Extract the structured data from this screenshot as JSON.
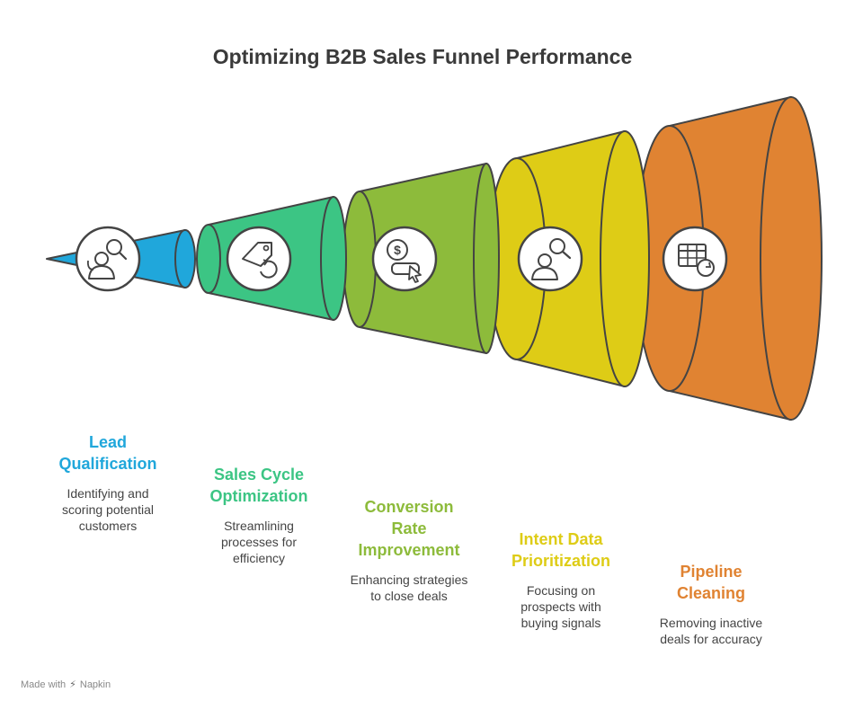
{
  "title": "Optimizing B2B Sales Funnel Performance",
  "colors": {
    "lead": "#20A7DB",
    "sales_cycle": "#3CC584",
    "conversion": "#8DBB3B",
    "intent": "#DECC16",
    "pipeline": "#E08332",
    "outline": "#444444"
  },
  "stages": [
    {
      "title_lines": [
        "Lead",
        "Qualification"
      ],
      "description_lines": [
        "Identifying and",
        "scoring potential",
        "customers"
      ],
      "icon": "person-search-icon",
      "color": "#20A7DB"
    },
    {
      "title_lines": [
        "Sales Cycle",
        "Optimization"
      ],
      "description_lines": [
        "Streamlining",
        "processes for",
        "efficiency"
      ],
      "icon": "tag-refresh-icon",
      "color": "#3CC584"
    },
    {
      "title_lines": [
        "Conversion",
        "Rate",
        "Improvement"
      ],
      "description_lines": [
        "Enhancing strategies",
        "to close deals"
      ],
      "icon": "dollar-click-icon",
      "color": "#8DBB3B"
    },
    {
      "title_lines": [
        "Intent Data",
        "Prioritization"
      ],
      "description_lines": [
        "Focusing on",
        "prospects with",
        "buying signals"
      ],
      "icon": "user-search-icon",
      "color": "#DECC16"
    },
    {
      "title_lines": [
        "Pipeline",
        "Cleaning"
      ],
      "description_lines": [
        "Removing inactive",
        "deals for accuracy"
      ],
      "icon": "table-refresh-icon",
      "color": "#E08332"
    }
  ],
  "footer": {
    "made_with": "Made with",
    "brand": "Napkin"
  }
}
